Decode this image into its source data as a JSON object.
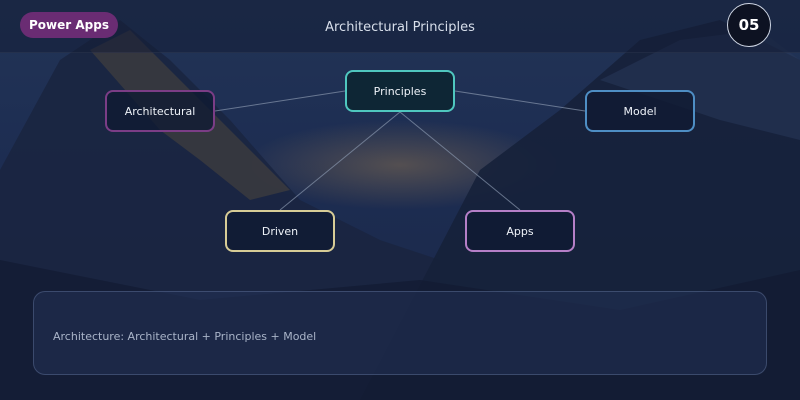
{
  "header": {
    "brand_label": "Power Apps",
    "title": "Architectural Principles",
    "page_number": "05"
  },
  "diagram": {
    "nodes": [
      {
        "id": "principles",
        "label": "Principles",
        "color": "#4fc7bf"
      },
      {
        "id": "architectural",
        "label": "Architectural",
        "color": "#7b3d86"
      },
      {
        "id": "model",
        "label": "Model",
        "color": "#4e8ec4"
      },
      {
        "id": "driven",
        "label": "Driven",
        "color": "#d7cc96"
      },
      {
        "id": "apps",
        "label": "Apps",
        "color": "#b57fc7"
      }
    ],
    "edges": [
      [
        "principles",
        "architectural"
      ],
      [
        "principles",
        "model"
      ],
      [
        "principles",
        "driven"
      ],
      [
        "principles",
        "apps"
      ]
    ]
  },
  "caption": {
    "text": "Architecture: Architectural + Principles + Model"
  }
}
